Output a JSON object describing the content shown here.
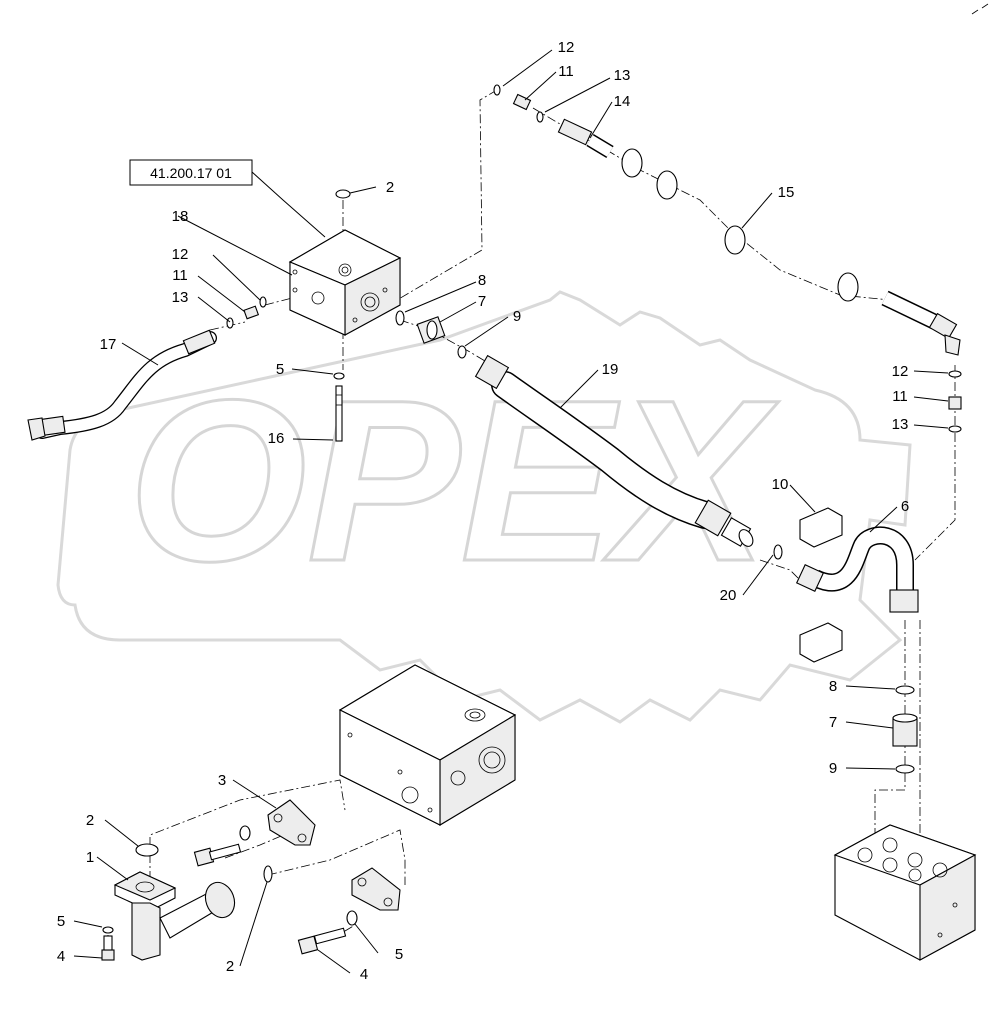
{
  "reference_box": "41.200.17 01",
  "watermark": "OPEX",
  "callouts": [
    {
      "id": "c12a",
      "label": "12"
    },
    {
      "id": "c11a",
      "label": "11"
    },
    {
      "id": "c13a",
      "label": "13"
    },
    {
      "id": "c14",
      "label": "14"
    },
    {
      "id": "c2a",
      "label": "2"
    },
    {
      "id": "c15",
      "label": "15"
    },
    {
      "id": "c18",
      "label": "18"
    },
    {
      "id": "c12b",
      "label": "12"
    },
    {
      "id": "c11b",
      "label": "11"
    },
    {
      "id": "c13b",
      "label": "13"
    },
    {
      "id": "c8a",
      "label": "8"
    },
    {
      "id": "c7a",
      "label": "7"
    },
    {
      "id": "c9a",
      "label": "9"
    },
    {
      "id": "c17",
      "label": "17"
    },
    {
      "id": "c5a",
      "label": "5"
    },
    {
      "id": "c19",
      "label": "19"
    },
    {
      "id": "c12c",
      "label": "12"
    },
    {
      "id": "c11c",
      "label": "11"
    },
    {
      "id": "c13c",
      "label": "13"
    },
    {
      "id": "c16",
      "label": "16"
    },
    {
      "id": "c10",
      "label": "10"
    },
    {
      "id": "c6",
      "label": "6"
    },
    {
      "id": "c20",
      "label": "20"
    },
    {
      "id": "c8b",
      "label": "8"
    },
    {
      "id": "c7b",
      "label": "7"
    },
    {
      "id": "c9b",
      "label": "9"
    },
    {
      "id": "c3",
      "label": "3"
    },
    {
      "id": "c2b",
      "label": "2"
    },
    {
      "id": "c1",
      "label": "1"
    },
    {
      "id": "c5b",
      "label": "5"
    },
    {
      "id": "c4a",
      "label": "4"
    },
    {
      "id": "c2c",
      "label": "2"
    },
    {
      "id": "c5c",
      "label": "5"
    },
    {
      "id": "c4b",
      "label": "4"
    }
  ]
}
